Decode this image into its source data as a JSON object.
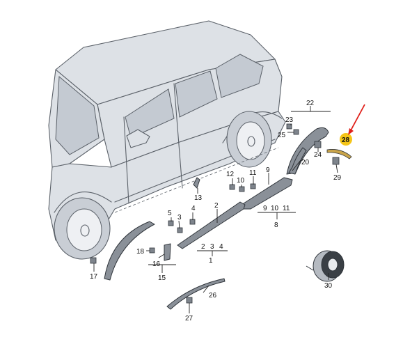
{
  "diagram": {
    "highlight_color": "#f5c518",
    "arrow_color": "#e0201a",
    "highlighted_callout": "28",
    "callouts": [
      {
        "id": "c1",
        "label": "1"
      },
      {
        "id": "c2",
        "label": "2"
      },
      {
        "id": "c2b",
        "label": "2"
      },
      {
        "id": "c3",
        "label": "3"
      },
      {
        "id": "c3b",
        "label": "3"
      },
      {
        "id": "c4",
        "label": "4"
      },
      {
        "id": "c4b",
        "label": "4"
      },
      {
        "id": "c5",
        "label": "5"
      },
      {
        "id": "c8",
        "label": "8"
      },
      {
        "id": "c9",
        "label": "9"
      },
      {
        "id": "c9b",
        "label": "9"
      },
      {
        "id": "c10",
        "label": "10"
      },
      {
        "id": "c10b",
        "label": "10"
      },
      {
        "id": "c11",
        "label": "11"
      },
      {
        "id": "c11b",
        "label": "11"
      },
      {
        "id": "c12",
        "label": "12"
      },
      {
        "id": "c13",
        "label": "13"
      },
      {
        "id": "c15",
        "label": "15"
      },
      {
        "id": "c16",
        "label": "16"
      },
      {
        "id": "c17",
        "label": "17"
      },
      {
        "id": "c18",
        "label": "18"
      },
      {
        "id": "c20",
        "label": "20"
      },
      {
        "id": "c22",
        "label": "22"
      },
      {
        "id": "c23",
        "label": "23"
      },
      {
        "id": "c24",
        "label": "24"
      },
      {
        "id": "c25",
        "label": "25"
      },
      {
        "id": "c26",
        "label": "26"
      },
      {
        "id": "c27",
        "label": "27"
      },
      {
        "id": "c28",
        "label": "28"
      },
      {
        "id": "c29",
        "label": "29"
      },
      {
        "id": "c30",
        "label": "30"
      }
    ]
  }
}
